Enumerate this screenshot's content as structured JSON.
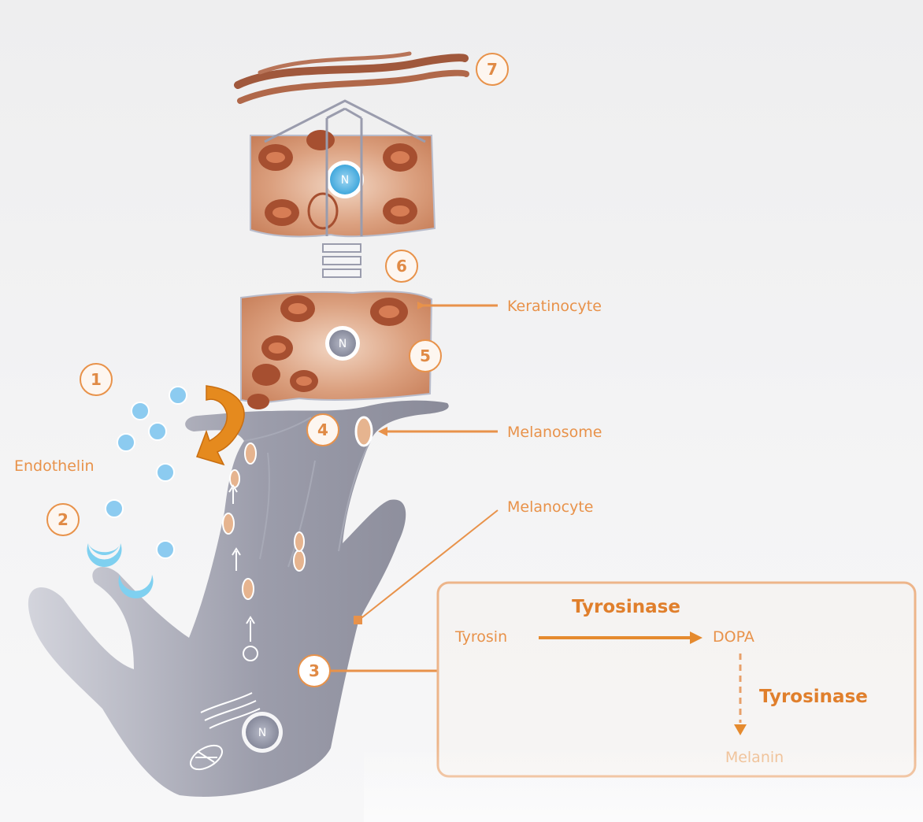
{
  "labels": {
    "keratinocyte": "Keratinocyte",
    "melanosome": "Melanosome",
    "melanocyte": "Melanocyte",
    "endothelin": "Endothelin"
  },
  "steps": [
    "1",
    "2",
    "3",
    "4",
    "5",
    "6",
    "7"
  ],
  "pathway": {
    "enzyme_top": "Tyrosinase",
    "substrate": "Tyrosin",
    "intermediate": "DOPA",
    "enzyme_side": "Tyrosinase",
    "product": "Melanin"
  },
  "nucleus_letter": "N",
  "colors": {
    "accent": "#e8924a",
    "melanocyte": "#8e8f9c",
    "keratinocyte": "#c98560",
    "melanin_granule": "#a04a2a",
    "endothelin_dot": "#8ccbf0",
    "receptor": "#7fd0f0",
    "stratum_corneum": "#a05a40",
    "transfer_arrow": "#e58a1e"
  }
}
